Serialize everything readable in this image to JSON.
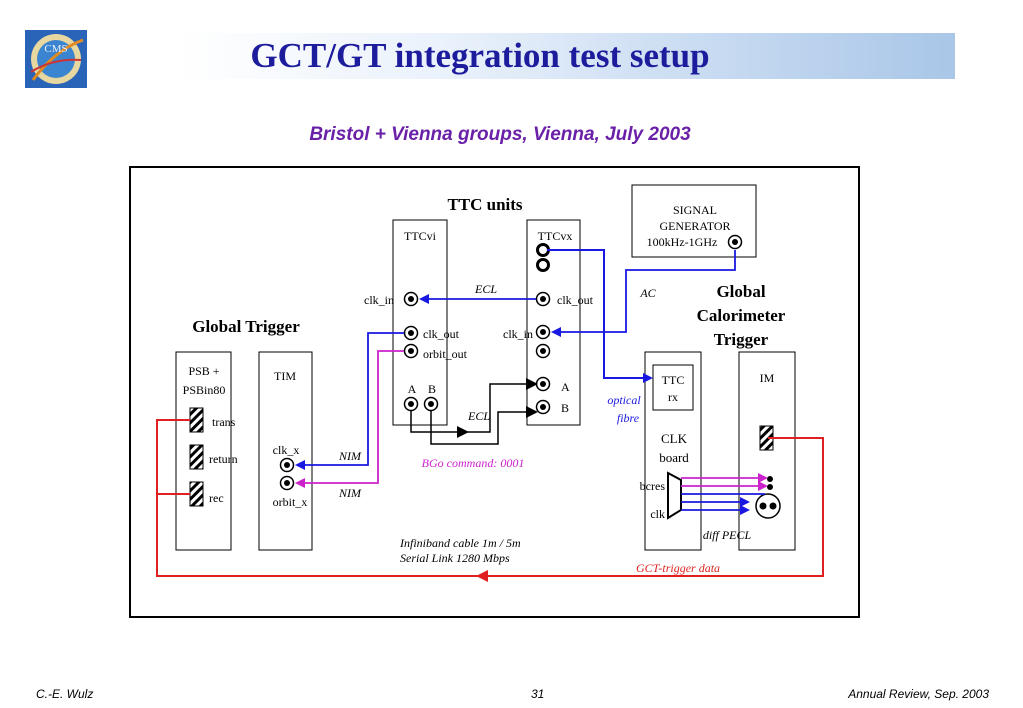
{
  "slide": {
    "title": "GCT/GT integration test setup",
    "subtitle": "Bristol + Vienna groups, Vienna, July 2003",
    "logo_text": "CMS"
  },
  "footer": {
    "author": "C.-E. Wulz",
    "page": "31",
    "event": "Annual Review, Sep. 2003"
  },
  "diagram": {
    "ttc_units_title": "TTC units",
    "global_trigger_title": "Global Trigger",
    "gct_title_lines": [
      "Global",
      "Calorimeter",
      "Trigger"
    ],
    "ttcvi": {
      "name": "TTCvi",
      "clk_in": "clk_in",
      "clk_out": "clk_out",
      "orbit_out": "orbit_out",
      "port_a": "A",
      "port_b": "B"
    },
    "ttcvx": {
      "name": "TTCvx",
      "clk_out": "clk_out",
      "clk_in": "clk_in",
      "port_a": "A",
      "port_b": "B"
    },
    "signal_generator": {
      "line1": "SIGNAL",
      "line2": "GENERATOR",
      "line3": "100kHz-1GHz"
    },
    "psb": {
      "line1": "PSB +",
      "line2": "PSBin80",
      "trans": "trans",
      "return": "return",
      "rec": "rec"
    },
    "tim": {
      "name": "TIM",
      "clk_x": "clk_x",
      "orbit_x": "orbit_x"
    },
    "ttc_rx": {
      "line1": "TTC",
      "line2": "rx"
    },
    "clk_board": {
      "line1": "CLK",
      "line2": "board",
      "bcres": "bcres",
      "clk": "clk"
    },
    "im": {
      "name": "IM"
    },
    "labels": {
      "ecl_top": "ECL",
      "ecl_bottom": "ECL",
      "ac": "AC",
      "nim1": "NIM",
      "nim2": "NIM",
      "bgo": "BGo command: 0001",
      "optical_line1": "optical",
      "optical_line2": "fibre",
      "diff_pecl": "diff PECL",
      "infiniband_line1": "Infiniband cable 1m / 5m",
      "infiniband_line2": "Serial Link  1280 Mbps",
      "gct_trigger_data": "GCT-trigger data"
    },
    "colors": {
      "title": "#1c1c9c",
      "subtitle": "#6a21a8",
      "blue_link": "#1818e0",
      "magenta_link": "#cc22cc",
      "red_link": "#e02020",
      "black_link": "#000000"
    }
  }
}
